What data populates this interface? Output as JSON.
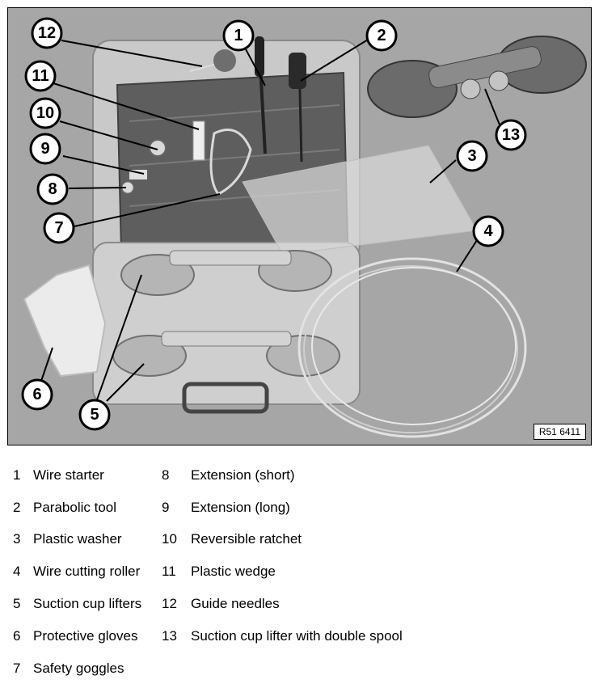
{
  "figure": {
    "reference": "R51 6411",
    "callouts": [
      "1",
      "2",
      "3",
      "4",
      "5",
      "6",
      "7",
      "8",
      "9",
      "10",
      "11",
      "12",
      "13"
    ]
  },
  "legend": {
    "left": [
      {
        "num": "1",
        "label": "Wire starter"
      },
      {
        "num": "2",
        "label": "Parabolic tool"
      },
      {
        "num": "3",
        "label": "Plastic washer"
      },
      {
        "num": "4",
        "label": "Wire cutting roller"
      },
      {
        "num": "5",
        "label": "Suction cup lifters"
      },
      {
        "num": "6",
        "label": "Protective gloves"
      },
      {
        "num": "7",
        "label": "Safety goggles"
      }
    ],
    "right": [
      {
        "num": "8",
        "label": "Extension (short)"
      },
      {
        "num": "9",
        "label": "Extension (long)"
      },
      {
        "num": "10",
        "label": "Reversible ratchet"
      },
      {
        "num": "11",
        "label": "Plastic wedge"
      },
      {
        "num": "12",
        "label": "Guide needles"
      },
      {
        "num": "13",
        "label": "Suction cup lifter with double spool"
      }
    ]
  }
}
